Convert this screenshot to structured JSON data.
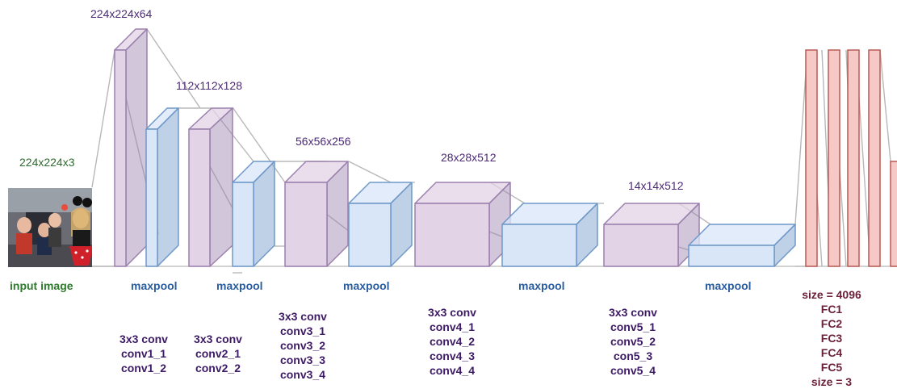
{
  "input": {
    "dim_label": "224x224x3",
    "caption": "input image"
  },
  "dims": {
    "conv1": "224x224x64",
    "conv2": "112x112x128",
    "conv3": "56x56x256",
    "conv4": "28x28x512",
    "conv5": "14x14x512"
  },
  "pool_label": "maxpool",
  "conv_blocks": {
    "b1": [
      "3x3 conv",
      "conv1_1",
      "conv1_2"
    ],
    "b2": [
      "3x3 conv",
      "conv2_1",
      "conv2_2"
    ],
    "b3": [
      "3x3 conv",
      "conv3_1",
      "conv3_2",
      "conv3_3",
      "conv3_4"
    ],
    "b4": [
      "3x3 conv",
      "conv4_1",
      "conv4_2",
      "conv4_3",
      "conv4_4"
    ],
    "b5": [
      "3x3 conv",
      "conv5_1",
      "conv5_2",
      "con5_3",
      "conv5_4"
    ]
  },
  "fc_block": [
    "size = 4096",
    "FC1",
    "FC2",
    "FC3",
    "FC4",
    "FC5",
    "size = 3"
  ],
  "colors": {
    "conv_fill": "#e3d3e6",
    "conv_stroke": "#9b80ae",
    "pool_fill": "#d8e6f8",
    "pool_stroke": "#6f98c9",
    "fc_fill": "#f6c9c7",
    "fc_stroke": "#b85a55",
    "connector": "#b8b8b8"
  }
}
